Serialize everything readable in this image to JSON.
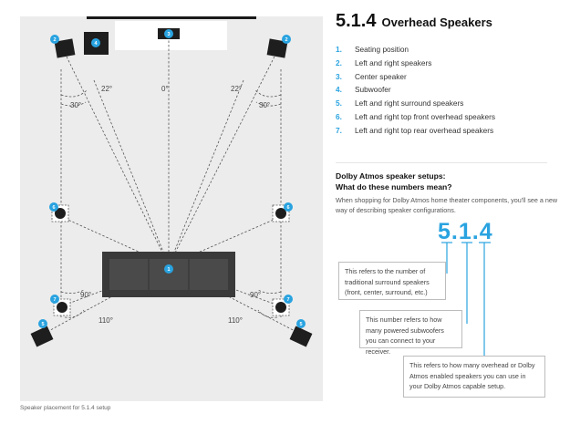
{
  "header": {
    "title_main": "5.1.4",
    "title_suffix": "Overhead Speakers"
  },
  "legend": [
    {
      "num": "1.",
      "label": "Seating position"
    },
    {
      "num": "2.",
      "label": "Left and right speakers"
    },
    {
      "num": "3.",
      "label": "Center speaker"
    },
    {
      "num": "4.",
      "label": "Subwoofer"
    },
    {
      "num": "5.",
      "label": "Left and right surround speakers"
    },
    {
      "num": "6.",
      "label": "Left and right top front overhead speakers"
    },
    {
      "num": "7.",
      "label": "Left and right top rear overhead speakers"
    }
  ],
  "explainer": {
    "heading_line1": "Dolby Atmos speaker setups:",
    "heading_line2": "What do these numbers mean?",
    "intro": "When shopping for Dolby Atmos home theater components, you'll see a new way of describing speaker configurations.",
    "code": "5.1.4",
    "callout1": "This refers to the number of traditional surround speakers (front, center, surround, etc.)",
    "callout2": "This number refers to how many powered subwoofers you can connect to your receiver.",
    "callout3": "This refers to how many overhead or Dolby Atmos enabled speakers you can use in your Dolby Atmos capable setup."
  },
  "diagram": {
    "markers": {
      "seat": "1",
      "front_left": "2",
      "front_right": "2",
      "center": "3",
      "subwoofer": "4",
      "surround_left": "5",
      "surround_right": "5",
      "top_front_left": "6",
      "top_front_right": "6",
      "top_rear_left": "7",
      "top_rear_right": "7"
    },
    "angles": {
      "left_22": "22°",
      "left_30": "30°",
      "center_0": "0°",
      "right_22": "22°",
      "right_30": "30°",
      "left_90": "90°",
      "right_90": "90°",
      "left_110": "110°",
      "right_110": "110°"
    },
    "caption": "Speaker placement for 5.1.4 setup",
    "accent_color": "#29a3e0"
  }
}
